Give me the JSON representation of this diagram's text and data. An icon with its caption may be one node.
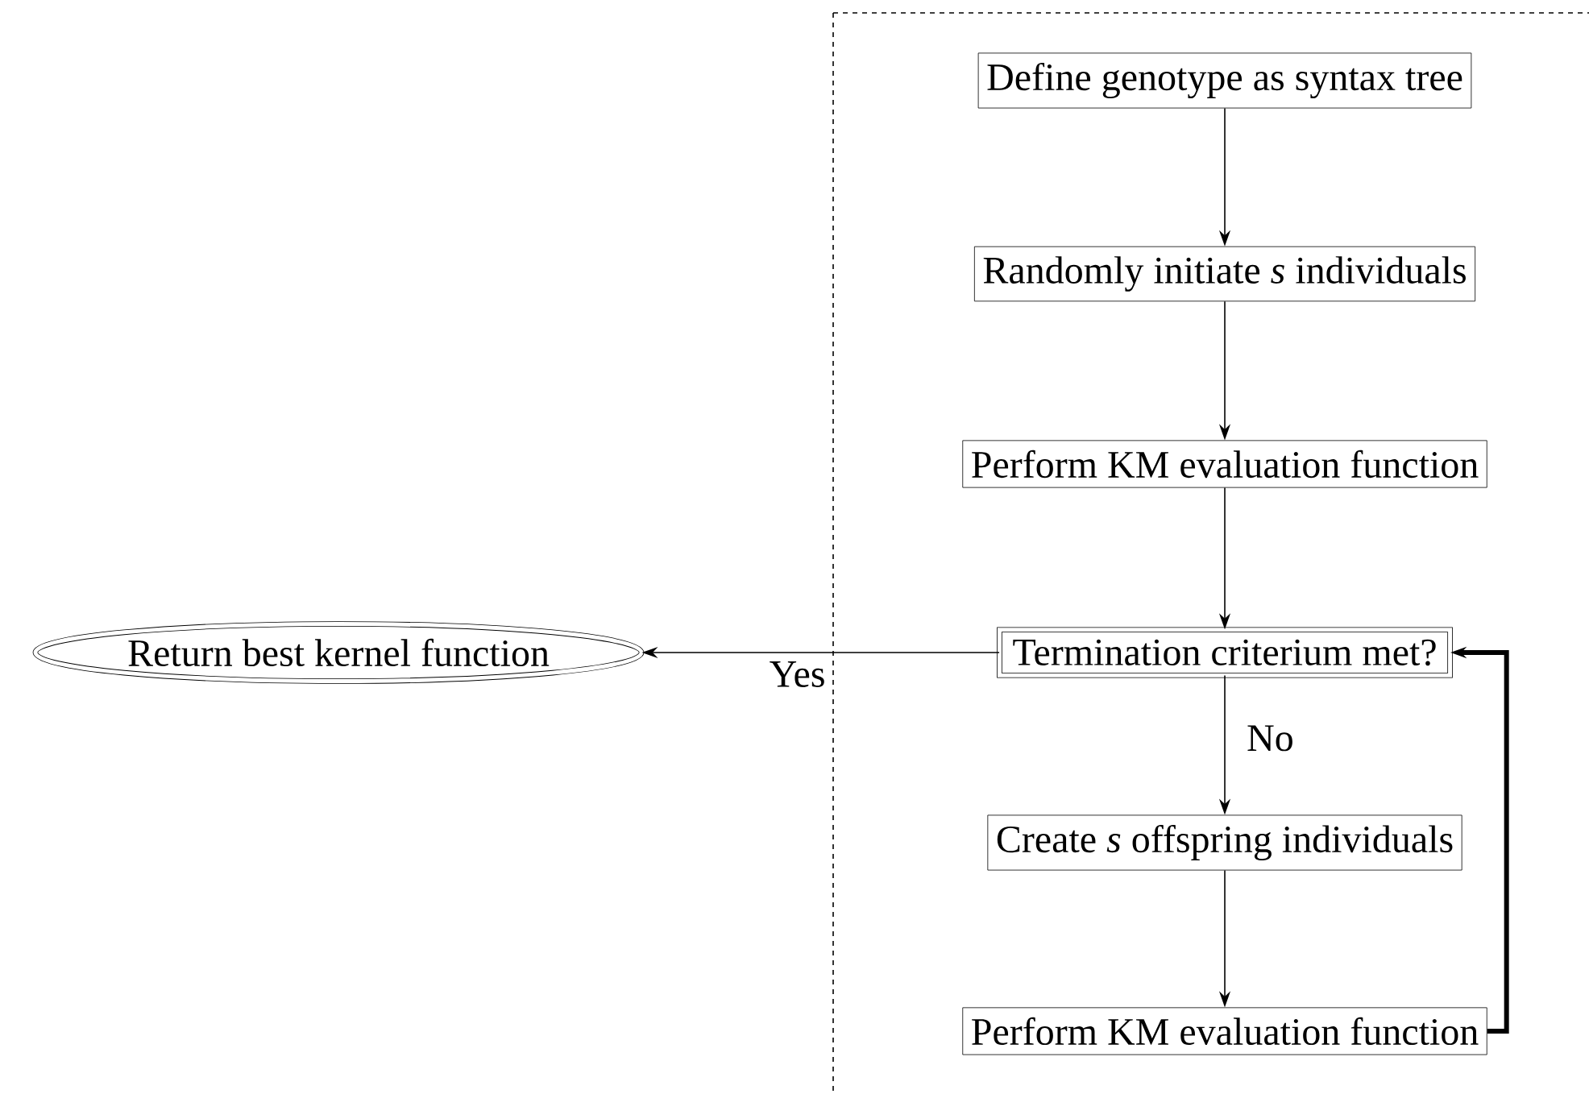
{
  "diagram": {
    "nodes": [
      {
        "text": [
          "Define genotype as syntax tree"
        ]
      },
      {
        "text": [
          "Randomly initiate *s* individuals"
        ]
      },
      {
        "text": [
          "Perform KM evaluation function"
        ]
      },
      {
        "text": [
          "Termination criterium met?"
        ]
      },
      {
        "text": [
          "Create *s* offspring individuals"
        ]
      },
      {
        "text": [
          "Perform KM evaluation function"
        ]
      },
      {
        "text": [
          "Return best kernel function"
        ]
      }
    ],
    "edges": [
      {
        "from": 0,
        "to": 1,
        "arrow": "to"
      },
      {
        "from": 1,
        "to": 2,
        "arrow": "to"
      },
      {
        "from": 2,
        "to": 3,
        "arrow": "to"
      },
      {
        "from": 3,
        "to": 4,
        "arrow": "to",
        "label": "No"
      },
      {
        "from": 4,
        "to": 5,
        "arrow": "to"
      },
      {
        "from": 5,
        "to": 3,
        "arrow": "to",
        "style": "thick"
      },
      {
        "from": 3,
        "to": 6,
        "arrow": "to",
        "label": "Yes"
      }
    ]
  }
}
